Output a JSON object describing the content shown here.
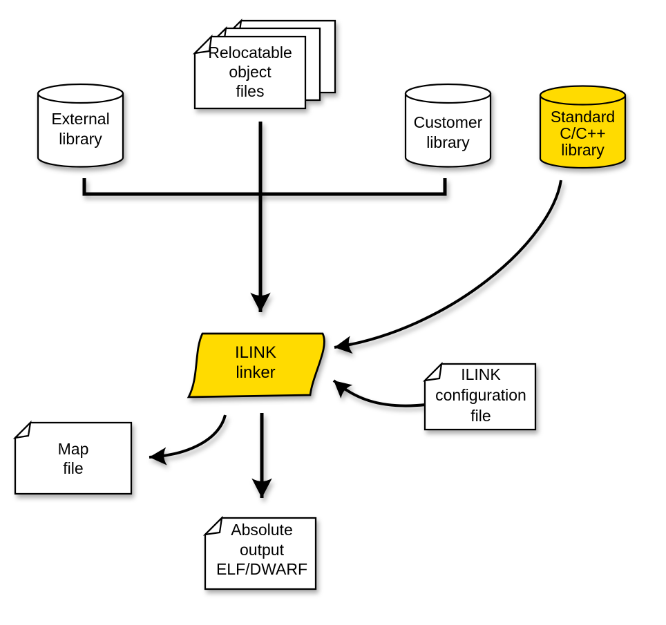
{
  "diagram": {
    "background": "#ffffff",
    "colors": {
      "highlight": "#ffdb00",
      "shape_fill": "#ffffff",
      "line": "#000000",
      "text": "#000000"
    },
    "nodes": {
      "relocatable_object_files": {
        "shape": "stacked-documents",
        "highlighted": false,
        "lines": [
          "Relocatable",
          "object",
          "files"
        ]
      },
      "external_library": {
        "shape": "cylinder",
        "highlighted": false,
        "lines": [
          "External",
          "library"
        ]
      },
      "customer_library": {
        "shape": "cylinder",
        "highlighted": false,
        "lines": [
          "Customer",
          "library"
        ]
      },
      "standard_library": {
        "shape": "cylinder",
        "highlighted": true,
        "lines": [
          "Standard",
          "C/C++",
          "library"
        ]
      },
      "ilink_linker": {
        "shape": "wavy-box",
        "highlighted": true,
        "lines": [
          "ILINK",
          "linker"
        ]
      },
      "ilink_configuration_file": {
        "shape": "document",
        "highlighted": false,
        "lines": [
          "ILINK",
          "configuration",
          "file"
        ]
      },
      "map_file": {
        "shape": "document",
        "highlighted": false,
        "lines": [
          "Map",
          "file"
        ]
      },
      "absolute_output": {
        "shape": "document",
        "highlighted": false,
        "lines": [
          "Absolute",
          "output",
          "ELF/DWARF"
        ]
      }
    },
    "edges": [
      {
        "from": "external_library",
        "to": "ilink_linker",
        "style": "bracket-then-straight-arrow"
      },
      {
        "from": "relocatable_object_files",
        "to": "ilink_linker",
        "style": "straight-arrow"
      },
      {
        "from": "customer_library",
        "to": "ilink_linker",
        "style": "bracket-then-straight-arrow"
      },
      {
        "from": "standard_library",
        "to": "ilink_linker",
        "style": "curved-arrow"
      },
      {
        "from": "ilink_configuration_file",
        "to": "ilink_linker",
        "style": "curved-arrow"
      },
      {
        "from": "ilink_linker",
        "to": "map_file",
        "style": "curved-arrow"
      },
      {
        "from": "ilink_linker",
        "to": "absolute_output",
        "style": "straight-arrow"
      }
    ]
  }
}
